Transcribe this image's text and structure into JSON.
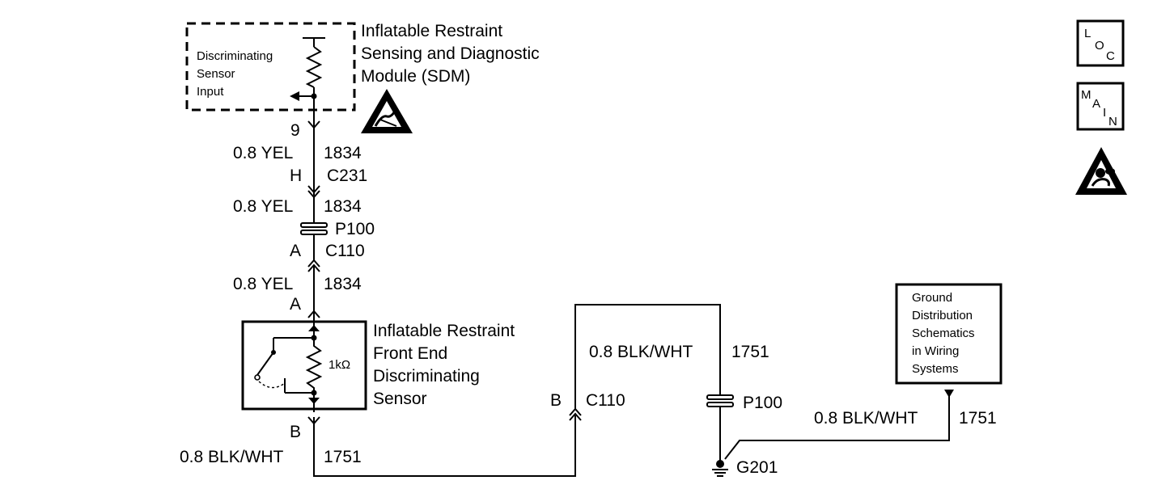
{
  "sdm": {
    "title_lines": [
      "Inflatable Restraint",
      "Sensing and Diagnostic",
      "Module (SDM)"
    ],
    "input_lines": [
      "Discriminating",
      "Sensor",
      "Input"
    ]
  },
  "wires": {
    "pin_9": "9",
    "w1_gauge": "0.8 YEL",
    "w1_circuit": "1834",
    "conn_h": "H",
    "conn_c231": "C231",
    "w2_gauge": "0.8 YEL",
    "w2_circuit": "1834",
    "splice_p100_top": "P100",
    "conn_a_top": "A",
    "conn_c110_top": "C110",
    "w3_gauge": "0.8 YEL",
    "w3_circuit": "1834",
    "pin_a_sensor": "A",
    "pin_b_sensor": "B",
    "w4_gauge": "0.8 BLK/WHT",
    "w4_circuit": "1751",
    "conn_b_right": "B",
    "conn_c110_right": "C110",
    "w5_gauge": "0.8 BLK/WHT",
    "w5_circuit": "1751",
    "splice_p100_right": "P100",
    "ground_g201": "G201",
    "w6_gauge": "0.8 BLK/WHT",
    "w6_circuit": "1751"
  },
  "sensor": {
    "title_lines": [
      "Inflatable Restraint",
      "Front End",
      "Discriminating",
      "Sensor"
    ],
    "resistor_label": "1kΩ"
  },
  "ground_ref": {
    "lines": [
      "Ground",
      "Distribution",
      "Schematics",
      "in Wiring",
      "Systems"
    ]
  },
  "side_icons": {
    "loc": [
      "L",
      "O",
      "C"
    ],
    "main": [
      "M",
      "A",
      "I",
      "N"
    ]
  }
}
